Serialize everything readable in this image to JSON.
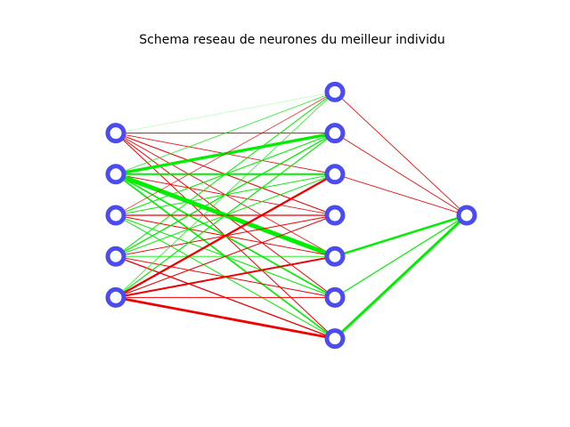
{
  "title": "Schema reseau de neurones du meilleur individu",
  "colors": {
    "node_stroke": "#4b4bf0",
    "node_fill": "#ffffff",
    "positive": "#00ee00",
    "negative": "#ee0000",
    "background": "#ffffff"
  },
  "layers": [
    {
      "name": "input",
      "size": 5
    },
    {
      "name": "hidden",
      "size": 7
    },
    {
      "name": "output",
      "size": 1
    }
  ],
  "weights": {
    "input_hidden": [
      [
        0.05,
        -0.3,
        -0.25,
        -0.3,
        -0.25,
        -0.3,
        -0.3
      ],
      [
        0.2,
        1.0,
        0.6,
        -0.25,
        1.5,
        0.5,
        0.5
      ],
      [
        -0.2,
        0.3,
        0.3,
        -0.4,
        -0.3,
        0.3,
        0.3
      ],
      [
        0.3,
        0.4,
        0.3,
        -0.3,
        0.25,
        -0.3,
        -0.4
      ],
      [
        0.2,
        0.35,
        -0.7,
        -0.3,
        -0.6,
        -0.3,
        -0.85
      ]
    ],
    "hidden_output": [
      [
        -0.25
      ],
      [
        -0.25
      ],
      [
        -0.25
      ],
      [
        0.0
      ],
      [
        0.75
      ],
      [
        0.35
      ],
      [
        0.9
      ]
    ]
  }
}
